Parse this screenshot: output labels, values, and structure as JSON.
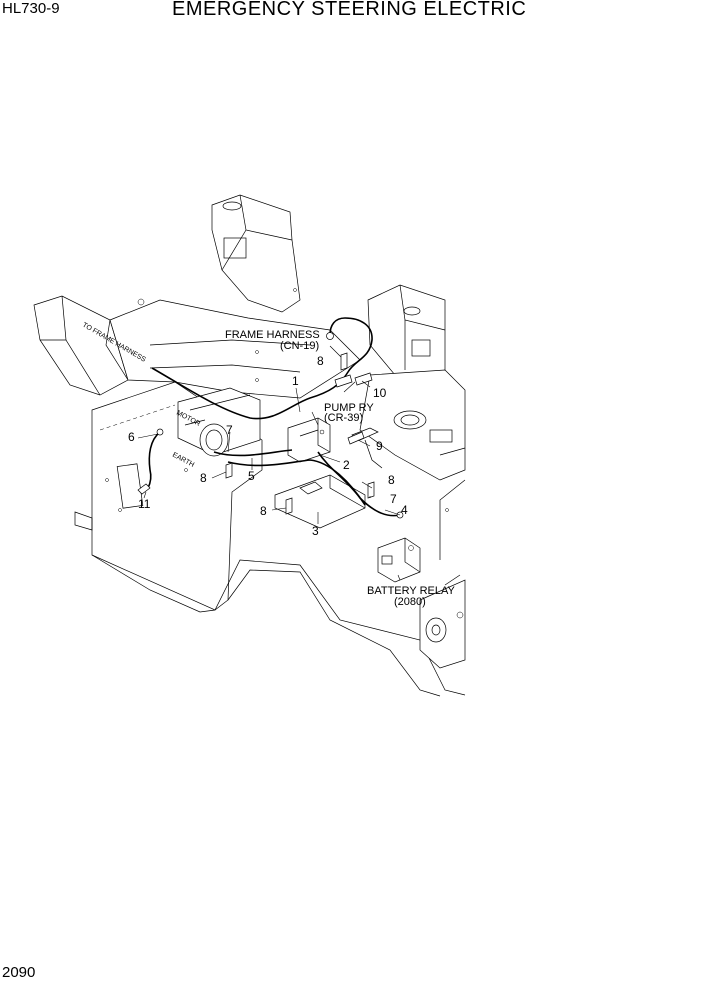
{
  "header": {
    "model": "HL730-9",
    "title": "EMERGENCY STEERING ELECTRIC"
  },
  "footer": {
    "page_number": "2090"
  },
  "diagram": {
    "labels": {
      "frame_harness": "FRAME HARNESS",
      "frame_harness_code": "(CN-19)",
      "pump_ry": "PUMP RY",
      "pump_ry_code": "(CR-39)",
      "battery_relay": "BATTERY RELAY",
      "battery_relay_code": "(2080)",
      "to_frame_harness": "TO FRAME HARNESS",
      "motor": "MOTOR",
      "earth": "EARTH"
    },
    "part_numbers": [
      "1",
      "2",
      "3",
      "4",
      "5",
      "6",
      "7",
      "7",
      "8",
      "8",
      "8",
      "8",
      "9",
      "10",
      "11"
    ]
  }
}
